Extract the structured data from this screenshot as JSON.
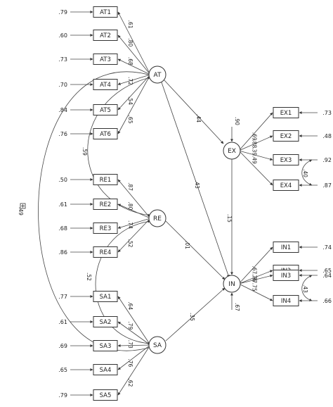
{
  "latents": {
    "AT": "AT",
    "RE": "RE",
    "SA": "SA",
    "EX": "EX",
    "IN": "IN"
  },
  "at_indicators": [
    {
      "label": "AT1",
      "error": ".79",
      "loading": ".61"
    },
    {
      "label": "AT2",
      "error": ".60",
      "loading": ".80"
    },
    {
      "label": "AT3",
      "error": ".73",
      "loading": ".68"
    },
    {
      "label": "AT4",
      "error": ".70",
      "loading": ".72"
    },
    {
      "label": "AT5",
      "error": ".84",
      "loading": ".54"
    },
    {
      "label": "AT6",
      "error": ".76",
      "loading": ".65"
    }
  ],
  "re_indicators": [
    {
      "label": "RE1",
      "error": ".50",
      "loading": ".87"
    },
    {
      "label": "RE2",
      "error": ".61",
      "loading": ".80"
    },
    {
      "label": "RE3",
      "error": ".68",
      "loading": ".74"
    },
    {
      "label": "RE4",
      "error": ".86",
      "loading": ".52"
    }
  ],
  "sa_indicators": [
    {
      "label": "SA1",
      "error": ".77",
      "loading": ".64"
    },
    {
      "label": "SA2",
      "error": ".61",
      "loading": ".79"
    },
    {
      "label": "SA3",
      "error": ".69",
      "loading": ".73"
    },
    {
      "label": "SA4",
      "error": ".65",
      "loading": ".76"
    },
    {
      "label": "SA5",
      "error": ".79",
      "loading": ".62"
    }
  ],
  "ex_indicators": [
    {
      "label": "EX1",
      "error": ".73",
      "loading": ".69"
    },
    {
      "label": "EX2",
      "error": ".48",
      "loading": ".88"
    },
    {
      "label": "EX3",
      "error": ".92",
      "loading": ".39"
    },
    {
      "label": "EX4",
      "error": ".87",
      "loading": ".49"
    }
  ],
  "in_indicators": [
    {
      "label": "IN1",
      "error": ".74",
      "loading": ".67"
    },
    {
      "label": "IN2",
      "error": ".65",
      "loading": ".76"
    },
    {
      "label": "IN3",
      "error": ".64",
      "loading": ".77"
    },
    {
      "label": "IN4",
      "error": ".66",
      "loading": ".75"
    }
  ],
  "paths": {
    "at_ex": ".44",
    "at_in": ".43",
    "ex_in": ".15",
    "re_in": ".01",
    "sa_in": ".35",
    "ex_disturbance": ".90",
    "in_disturbance": ".67"
  },
  "covariances": {
    "at_sa": ".49",
    "at_re": ".59",
    "re_sa": ".52",
    "ex3_ex4": ".40",
    "in3_in4": ".43"
  }
}
